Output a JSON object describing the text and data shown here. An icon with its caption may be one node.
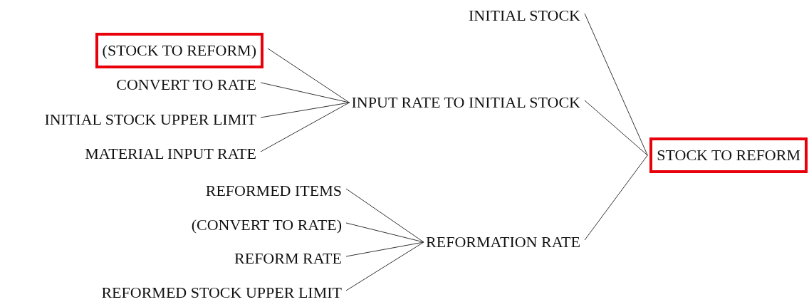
{
  "diagram": {
    "nodes": [
      {
        "text": [
          "INITIAL STOCK"
        ]
      },
      {
        "text": [
          "(STOCK TO REFORM)"
        ]
      },
      {
        "text": [
          "CONVERT TO RATE"
        ]
      },
      {
        "text": [
          "INITIAL STOCK UPPER LIMIT"
        ]
      },
      {
        "text": [
          "MATERIAL INPUT RATE"
        ]
      },
      {
        "text": [
          "INPUT RATE TO INITIAL STOCK"
        ]
      },
      {
        "text": [
          "REFORMED ITEMS"
        ]
      },
      {
        "text": [
          "(CONVERT TO RATE)"
        ]
      },
      {
        "text": [
          "REFORM RATE"
        ]
      },
      {
        "text": [
          "REFORMED STOCK UPPER LIMIT"
        ]
      },
      {
        "text": [
          "REFORMATION RATE"
        ]
      },
      {
        "text": [
          "STOCK TO REFORM"
        ]
      }
    ],
    "edges": [
      {
        "from": 0,
        "to": 11,
        "arrow": "none"
      },
      {
        "from": 1,
        "to": 5,
        "arrow": "none"
      },
      {
        "from": 2,
        "to": 5,
        "arrow": "none"
      },
      {
        "from": 3,
        "to": 5,
        "arrow": "none"
      },
      {
        "from": 4,
        "to": 5,
        "arrow": "none"
      },
      {
        "from": 5,
        "to": 11,
        "arrow": "none"
      },
      {
        "from": 6,
        "to": 10,
        "arrow": "none"
      },
      {
        "from": 7,
        "to": 10,
        "arrow": "none"
      },
      {
        "from": 8,
        "to": 10,
        "arrow": "none"
      },
      {
        "from": 9,
        "to": 10,
        "arrow": "none"
      },
      {
        "from": 10,
        "to": 11,
        "arrow": "none"
      }
    ]
  }
}
